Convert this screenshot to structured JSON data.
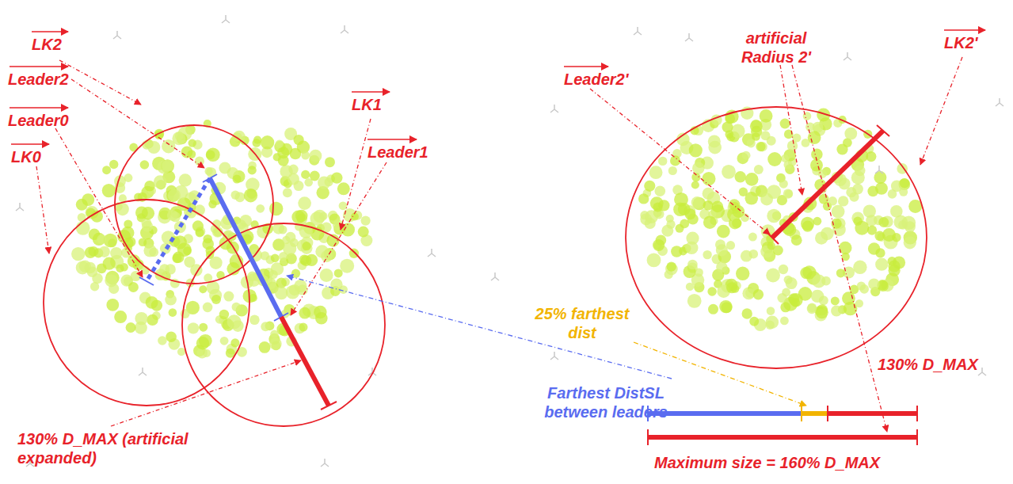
{
  "diagram": {
    "labels": [
      "LK2",
      "Leader2",
      "Leader0",
      "LK0",
      "LK1",
      "Leader1",
      "130% D_MAX (artificial expanded)",
      "Farthest DistSL between leaders",
      "Leader2'",
      "artificial Radius 2'",
      "LK2'",
      "25% farthest dist",
      "130% D_MAX",
      "Maximum size = 160% D_MAX"
    ]
  }
}
